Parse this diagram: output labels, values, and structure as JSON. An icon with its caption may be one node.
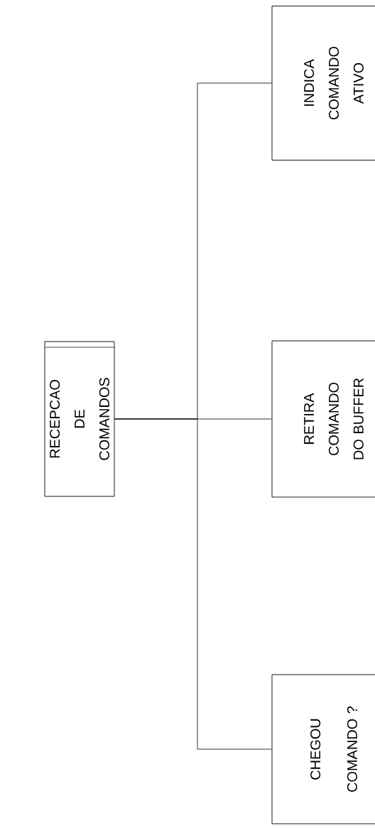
{
  "diagram": {
    "nodes": [
      {
        "text": [
          "RECEPCAO DE COMANDOS"
        ]
      },
      {
        "text": [
          "CHEGOU COMANDO ?"
        ]
      },
      {
        "text": [
          "RETIRA COMANDO DO BUFFER"
        ]
      },
      {
        "text": [
          "INDICA COMANDO ATIVO"
        ]
      }
    ],
    "edges": [
      {
        "from": 0,
        "to": 1,
        "arrow": "none"
      },
      {
        "from": 0,
        "to": 2,
        "arrow": "none"
      },
      {
        "from": 0,
        "to": 3,
        "arrow": "none"
      }
    ]
  }
}
